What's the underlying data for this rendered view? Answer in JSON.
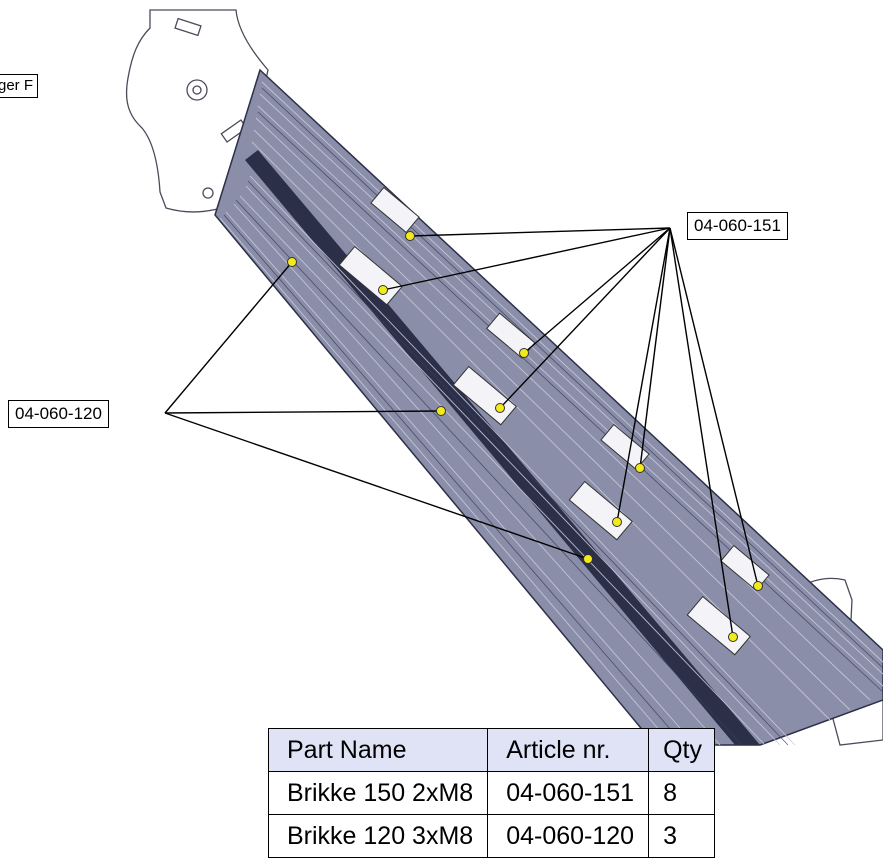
{
  "callouts": {
    "partial_label": "ger F",
    "label_151": "04-060-151",
    "label_120": "04-060-120"
  },
  "table": {
    "headers": [
      "Part Name",
      "Article nr.",
      "Qty"
    ],
    "rows": [
      {
        "part_name": "Brikke 150 2xM8",
        "article": "04-060-151",
        "qty": "8"
      },
      {
        "part_name": "Brikke 120 3xM8",
        "article": "04-060-120",
        "qty": "3"
      }
    ]
  },
  "colors": {
    "profile_fill": "#8a8ea8",
    "profile_dark": "#3a3d5c",
    "profile_light": "#c9cbdc",
    "marker": "#f2ea1a",
    "table_header": "#dfe3f5"
  }
}
